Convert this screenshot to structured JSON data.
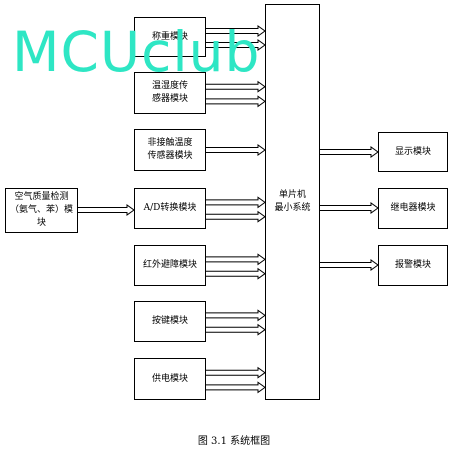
{
  "watermark": "MCUclub",
  "caption": "图 3.1  系统框图",
  "mcu": {
    "label": "单片机\n最小系统"
  },
  "left_modules": [
    {
      "id": "weighing",
      "label": "称重模块"
    },
    {
      "id": "temp-humidity",
      "label": "温湿度传\n感器模块"
    },
    {
      "id": "contactless-temp",
      "label": "非接触温度\n传感器模块"
    },
    {
      "id": "ad",
      "label": "A/D转换模块"
    },
    {
      "id": "infrared",
      "label": "红外避障模块"
    },
    {
      "id": "keypad",
      "label": "按键模块"
    },
    {
      "id": "power",
      "label": "供电模块"
    }
  ],
  "air_module": {
    "label": "空气质量检测\n（氨气、苯）模\n块"
  },
  "right_modules": [
    {
      "id": "display",
      "label": "显示模块"
    },
    {
      "id": "relay",
      "label": "继电器模块"
    },
    {
      "id": "alarm",
      "label": "报警模块"
    }
  ]
}
